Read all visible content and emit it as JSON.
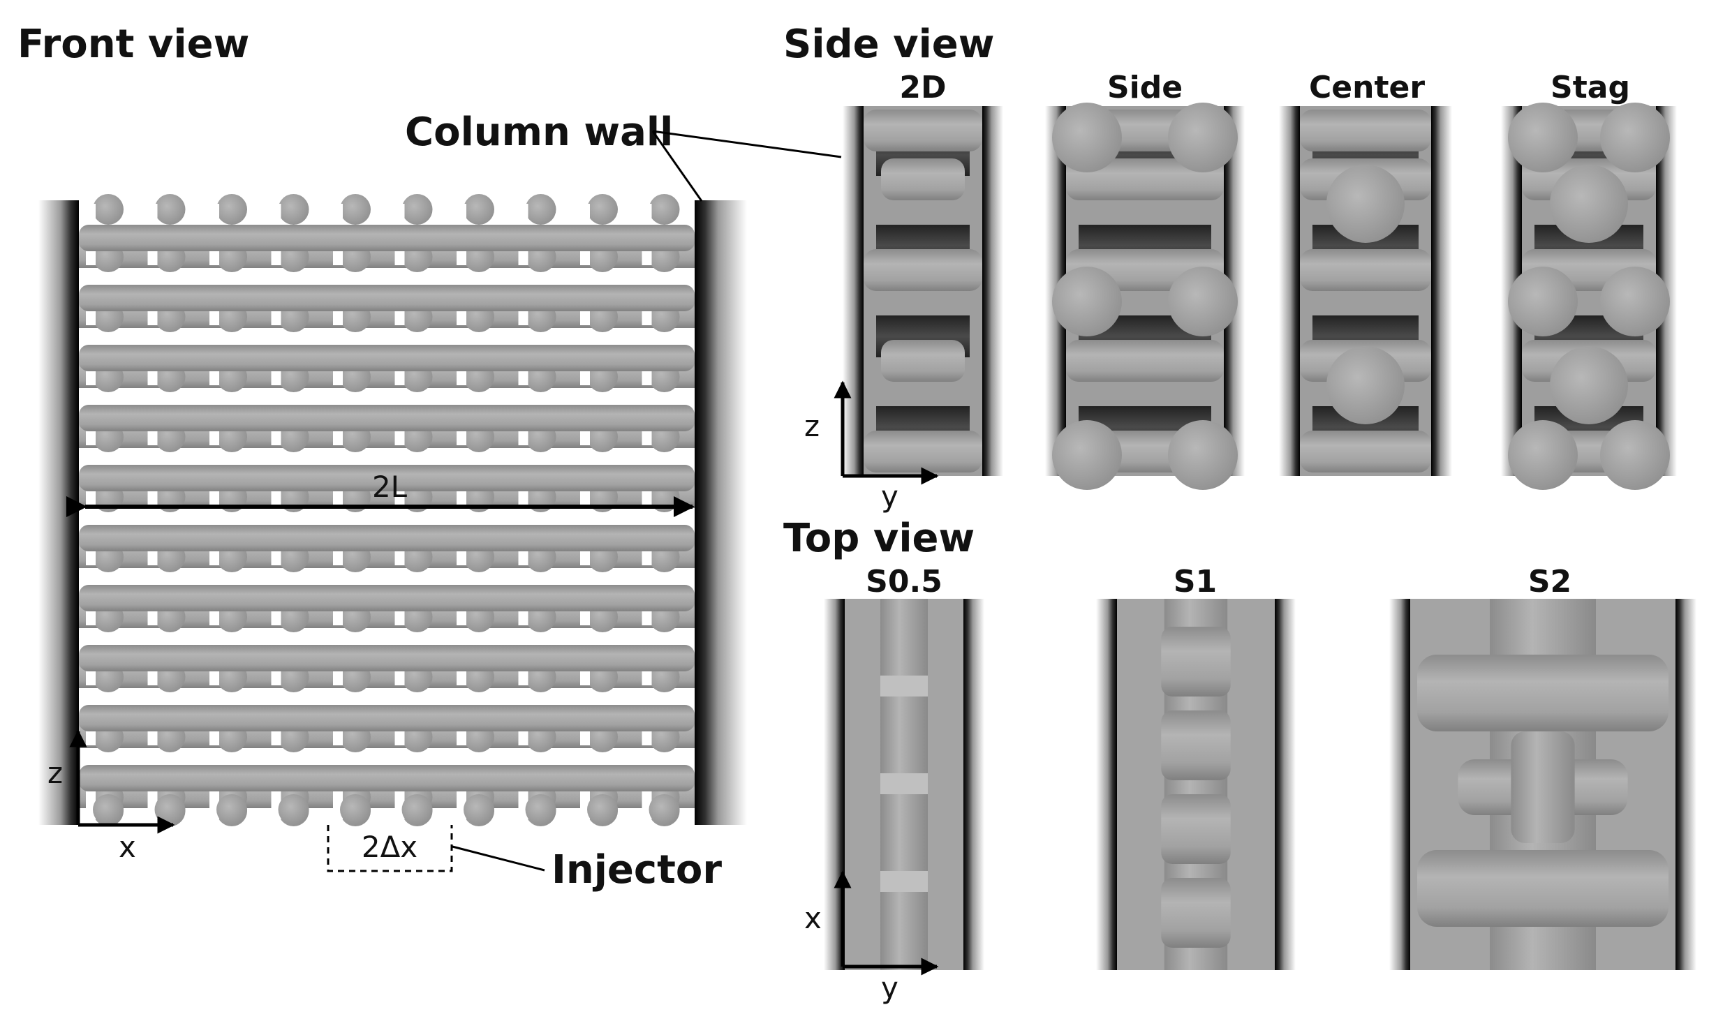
{
  "headings": {
    "front": "Front view",
    "side": "Side view",
    "top": "Top view"
  },
  "side_panels": [
    "2D",
    "Side",
    "Center",
    "Stag"
  ],
  "top_panels": [
    "S0.5",
    "S1",
    "S2"
  ],
  "annotations": {
    "column_wall": "Column wall",
    "injector": "Injector",
    "width": "2L",
    "spacing": "2Δx"
  },
  "axes": {
    "front": {
      "h": "x",
      "v": "z"
    },
    "side": {
      "h": "y",
      "v": "z"
    },
    "top": {
      "h": "y",
      "v": "x"
    }
  },
  "colors": {
    "rod": "#a9a9a9",
    "wall": "#1a1a1a",
    "shadow": "#3a3a3a"
  }
}
